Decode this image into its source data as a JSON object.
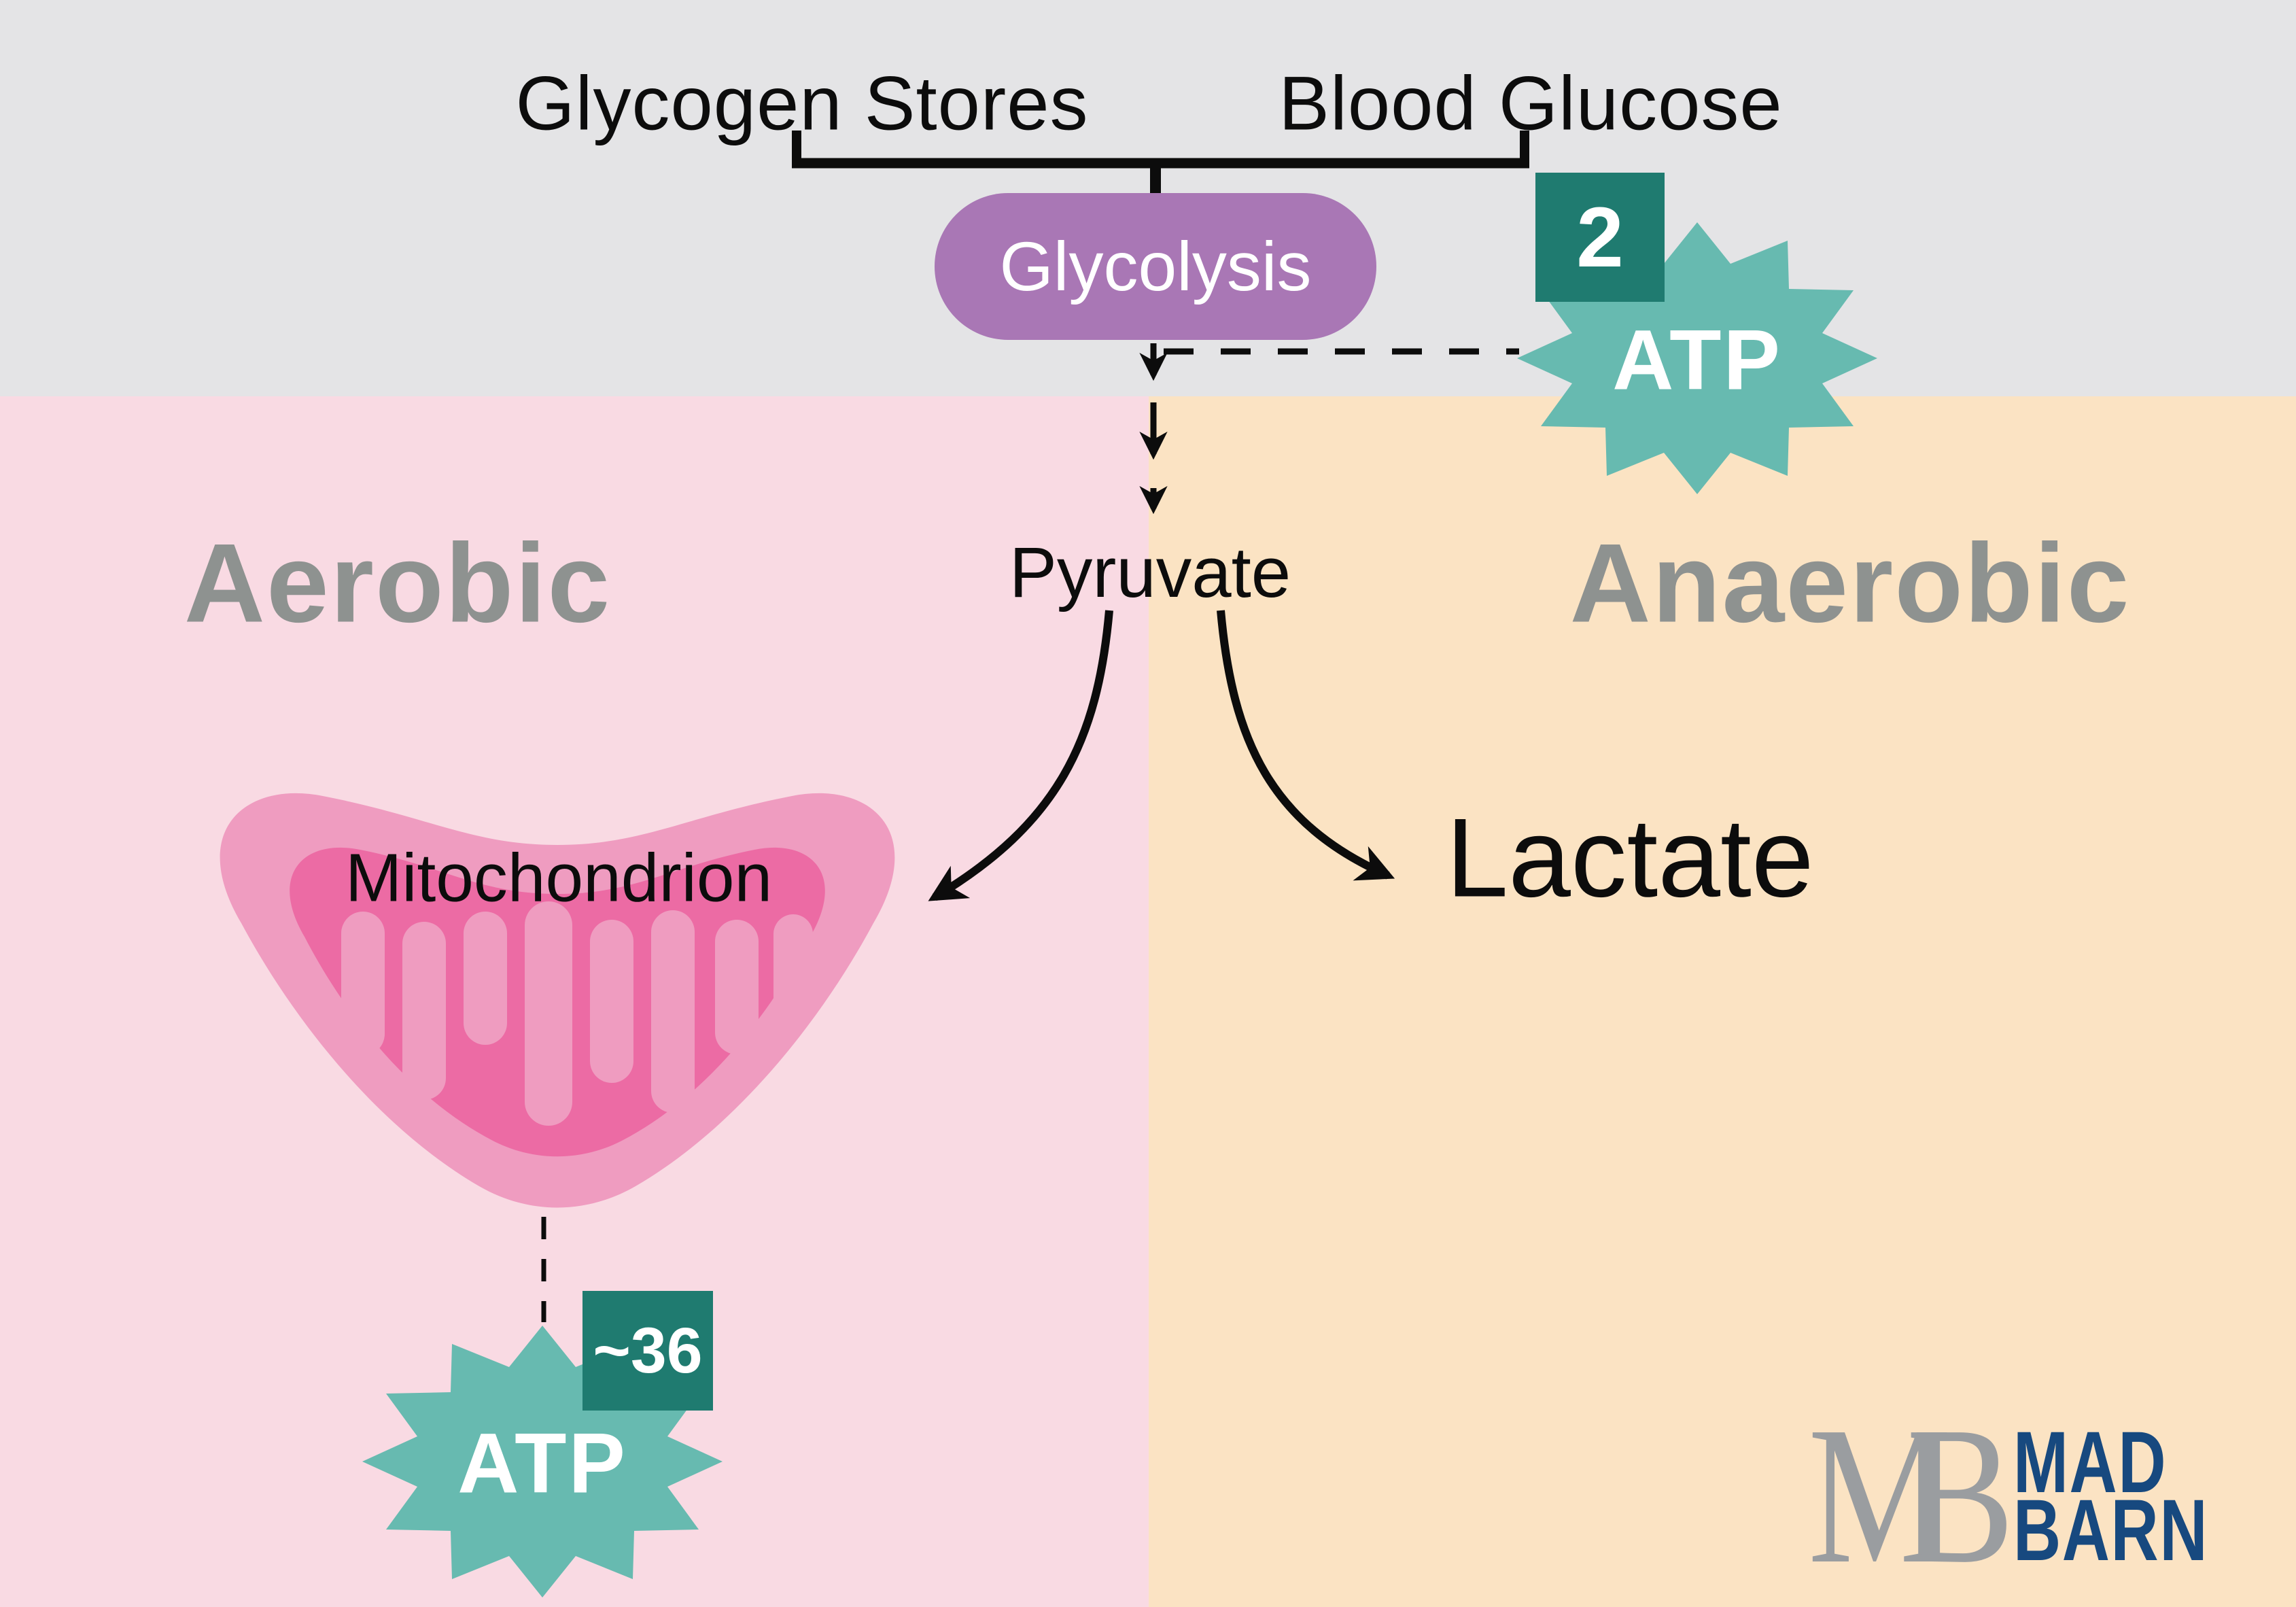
{
  "palette": {
    "background_gray": "#e4e4e6",
    "aerobic_pink": "#f9dae3",
    "anaerobic_peach": "#fbe3c3",
    "glycolysis_purple": "#a977b5",
    "atp_teal": "#67bab0",
    "atp_badge_teal": "#1f7b70",
    "mito_outer_pink": "#ef9cc0",
    "mito_inner_pink": "#ec6ba4",
    "zone_label_gray": "#8e9290",
    "logo_navy": "#17497f",
    "logo_gray": "#9a9da0",
    "ink": "#0c0c0c"
  },
  "sources": {
    "glycogen": "Glycogen Stores",
    "blood_glucose": "Blood Glucose"
  },
  "glycolysis_label": "Glycolysis",
  "atp_glycolysis": {
    "count": "2",
    "label": "ATP"
  },
  "pyruvate_label": "Pyruvate",
  "zones": {
    "aerobic": "Aerobic",
    "anaerobic": "Anaerobic"
  },
  "mitochondrion_label": "Mitochondrion",
  "atp_aerobic": {
    "count": "~36",
    "label": "ATP"
  },
  "lactate_label": "Lactate",
  "logo": {
    "monogram": "MB",
    "word1": "MAD",
    "word2": "BARN"
  }
}
